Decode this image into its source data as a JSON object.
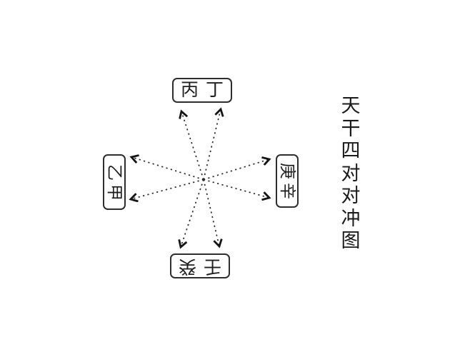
{
  "colors": {
    "ink": "#222222",
    "box_border": "#2e2e2e",
    "background": "#ffffff"
  },
  "title": {
    "text": "天干四对对冲图",
    "chars": [
      "天",
      "干",
      "四",
      "对",
      "对",
      "冲",
      "图"
    ]
  },
  "stems": {
    "north": {
      "reading": "丙丁",
      "chars": [
        "丙",
        "丁"
      ]
    },
    "east": {
      "reading": "庚辛",
      "chars": [
        "庚",
        "辛"
      ]
    },
    "south": {
      "reading": "壬癸",
      "chars": [
        "癸",
        "壬"
      ]
    },
    "west": {
      "reading": "乙甲",
      "chars": [
        "乙",
        "甲"
      ]
    }
  },
  "oppositions": [
    {
      "pair": "甲庚",
      "from": "甲",
      "to": "庚"
    },
    {
      "pair": "乙辛",
      "from": "乙",
      "to": "辛"
    },
    {
      "pair": "丙壬",
      "from": "丙",
      "to": "壬"
    },
    {
      "pair": "丁癸",
      "from": "丁",
      "to": "癸"
    }
  ]
}
